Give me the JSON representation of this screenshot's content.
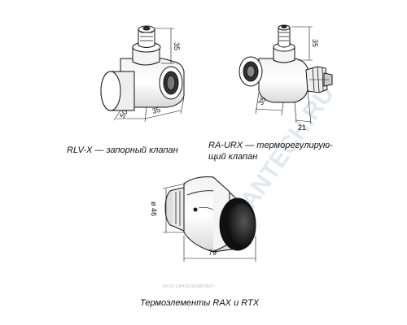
{
  "figure1": {
    "caption": "RLV-X — запорный клапан",
    "dims": {
      "top": "35",
      "left": "50",
      "right": "35"
    }
  },
  "figure2": {
    "caption": [
      "RA-URX — терморегулирую-",
      "щий клапан"
    ],
    "dims": {
      "top": "35",
      "left": "35",
      "bottom": "21"
    }
  },
  "figure3": {
    "caption": "Термоэлементы RAX и RTX",
    "dims": {
      "diameter": "ø 46",
      "length": "79"
    }
  },
  "watermark": {
    "brand": "SANTECH.RU",
    "fine_print": "ФОТО САНТЕХКОМПЛЕКТ"
  }
}
